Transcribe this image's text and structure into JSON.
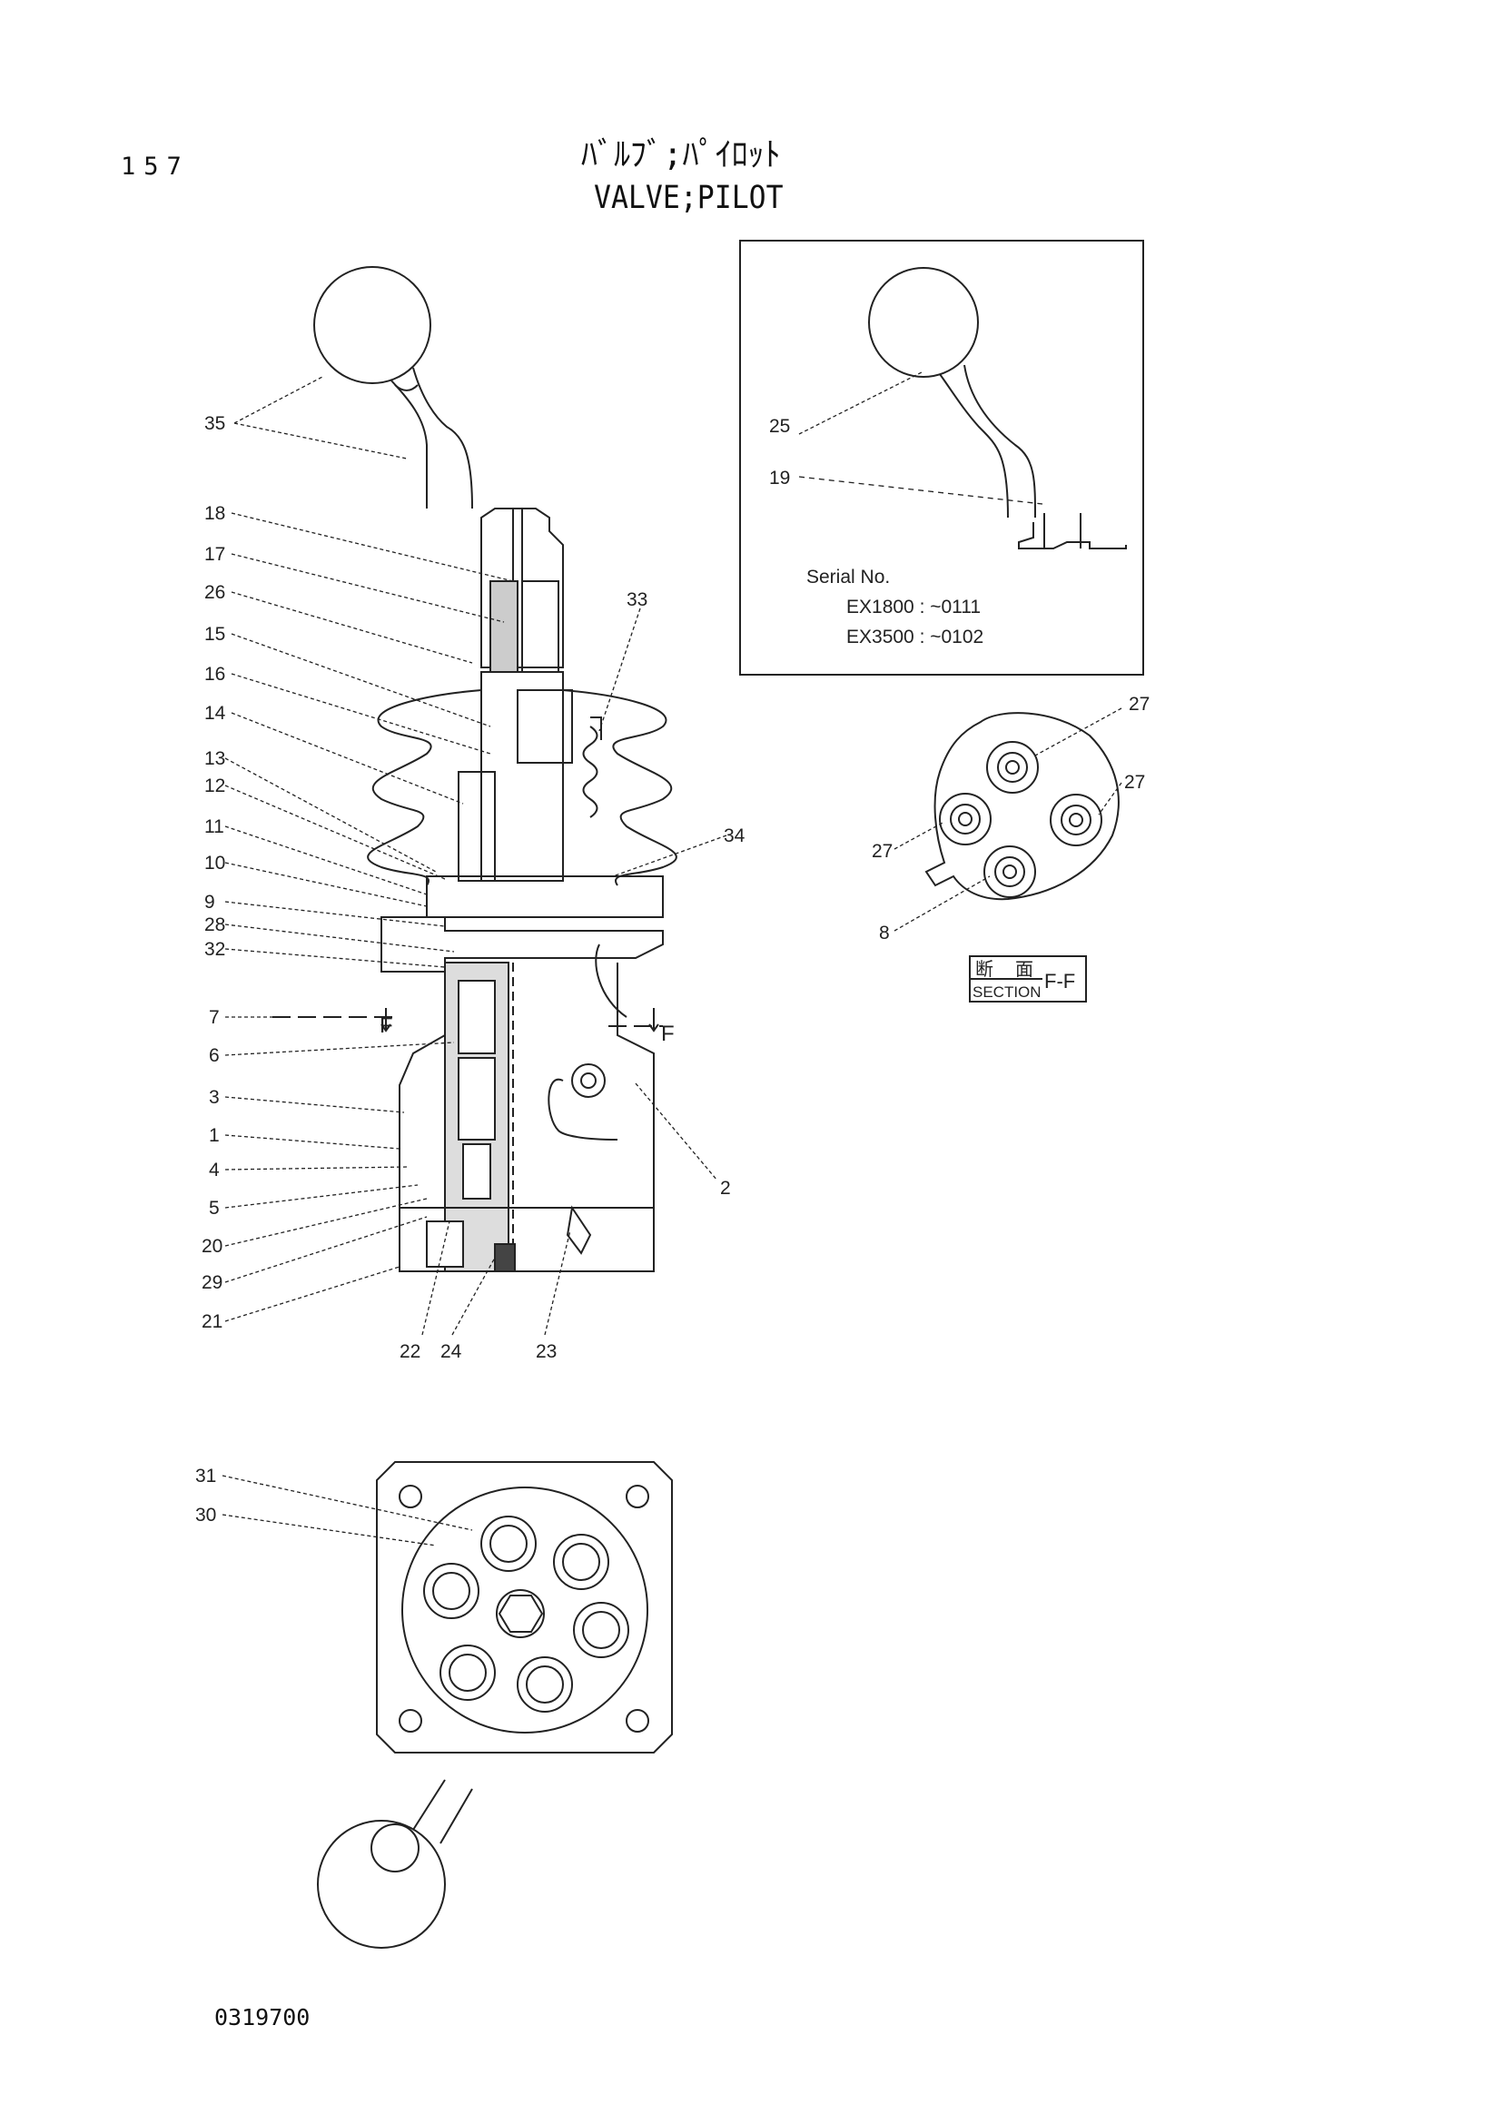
{
  "page_number": "157",
  "title_jp": "ﾊﾞﾙﾌﾞ;ﾊﾟｲﾛｯﾄ",
  "title_en": "VALVE;PILOT",
  "drawing_number": "0319700",
  "main_view": {
    "left_callouts": [
      "35",
      "18",
      "17",
      "26",
      "15",
      "16",
      "14",
      "13",
      "12",
      "11",
      "10",
      "9",
      "28",
      "32",
      "7",
      "6",
      "3",
      "1",
      "4",
      "5",
      "20",
      "29",
      "21"
    ],
    "bottom_callouts": [
      "22",
      "24",
      "23"
    ],
    "right_callouts": [
      "33",
      "34",
      "2"
    ],
    "section_marks": [
      "F",
      "F"
    ]
  },
  "inset": {
    "callouts": [
      "25",
      "19"
    ],
    "serial_label": "Serial No.",
    "serial_lines": [
      "EX1800 : ~0111",
      "EX3500 : ~0102"
    ]
  },
  "section_view": {
    "callouts": [
      "27",
      "27",
      "27",
      "8"
    ],
    "section_kanji_1": "断",
    "section_kanji_2": "面",
    "section_word": "SECTION",
    "section_id": "F-F"
  },
  "bottom_view": {
    "callouts": [
      "31",
      "30"
    ]
  }
}
